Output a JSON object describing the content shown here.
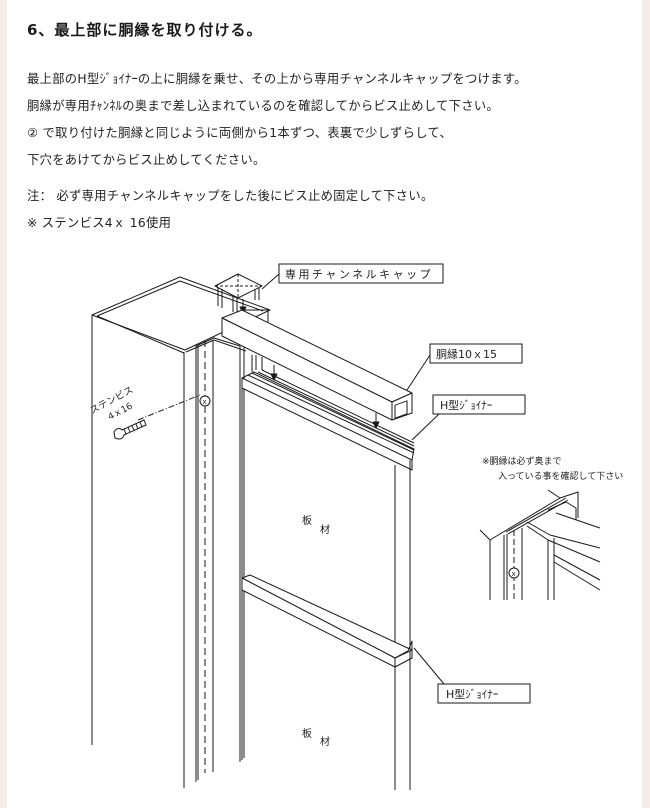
{
  "heading": "6、最上部に胴縁を取り付ける。",
  "instructions": [
    "最上部のH型ｼﾞｮｲﾅｰの上に胴縁を乗せ、その上から専用チャンネルキャップをつけます。",
    "胴縁が専用ﾁｬﾝﾈﾙの奥まで差し込まれているのを確認してからビス止めして下さい。",
    "② で取り付けた胴縁と同じように両側から1本ずつ、表裏で少しずらして、",
    "下穴をあけてからビス止めしてください。"
  ],
  "notes": [
    "注： 必ず専用チャンネルキャップをした後にビス止め固定して下さい。",
    "※ ステンビス4ｘ 16使用"
  ],
  "diagram": {
    "labels": {
      "channel_cap": "専用チャンネルキャップ",
      "furring_strip": "胴縁10ｘ15",
      "h_joiner_top": "H型ｼﾞｮｲﾅｰ",
      "h_joiner_bottom": "H型ｼﾞｮｲﾅｰ",
      "screw_name": "ステンビス",
      "screw_size": "4ｘ16",
      "board_upper_1": "板",
      "board_upper_2": "材",
      "board_lower_1": "板",
      "board_lower_2": "材",
      "inset_note_1": "※胴縁は必ず奥まで",
      "inset_note_2": "入っている事を確認して下さい"
    }
  },
  "colors": {
    "side_border": "#f5ece6",
    "line": "#1a1a1a"
  }
}
